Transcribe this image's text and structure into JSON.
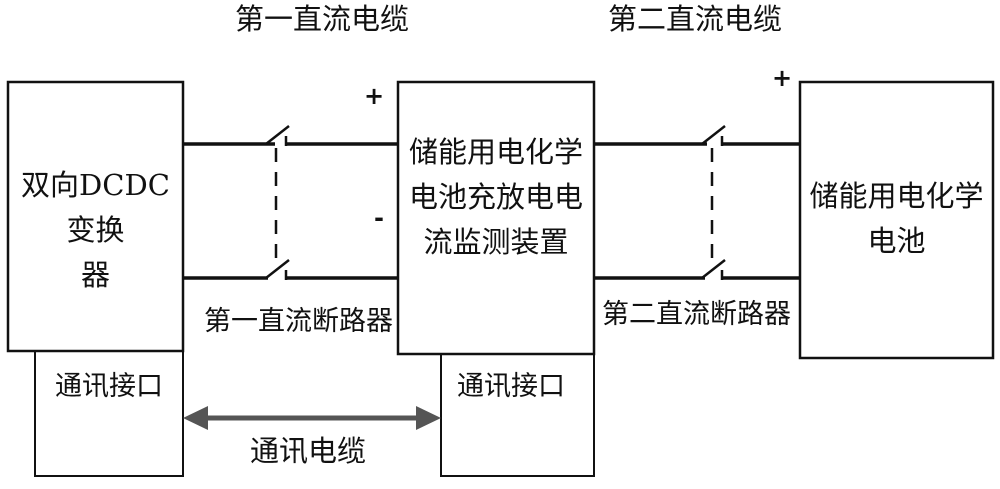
{
  "labels": {
    "first_dc_cable": "第一直流电缆",
    "second_dc_cable": "第二直流电缆",
    "first_dc_breaker": "第一直流断路器",
    "second_dc_breaker": "第二直流断路器",
    "comm_cable": "通讯电缆",
    "plus_left": "+",
    "minus_left": "-",
    "plus_right": "+"
  },
  "blocks": {
    "dcdc_line1": "双向DCDC变换",
    "dcdc_line2": "器",
    "monitor_line1": "储能用电化学",
    "monitor_line2": "电池充放电电",
    "monitor_line3": "流监测装置",
    "battery_line1": "储能用电化学",
    "battery_line2": "电池",
    "comm_port_left": "通讯接口",
    "comm_port_mid": "通讯接口"
  }
}
